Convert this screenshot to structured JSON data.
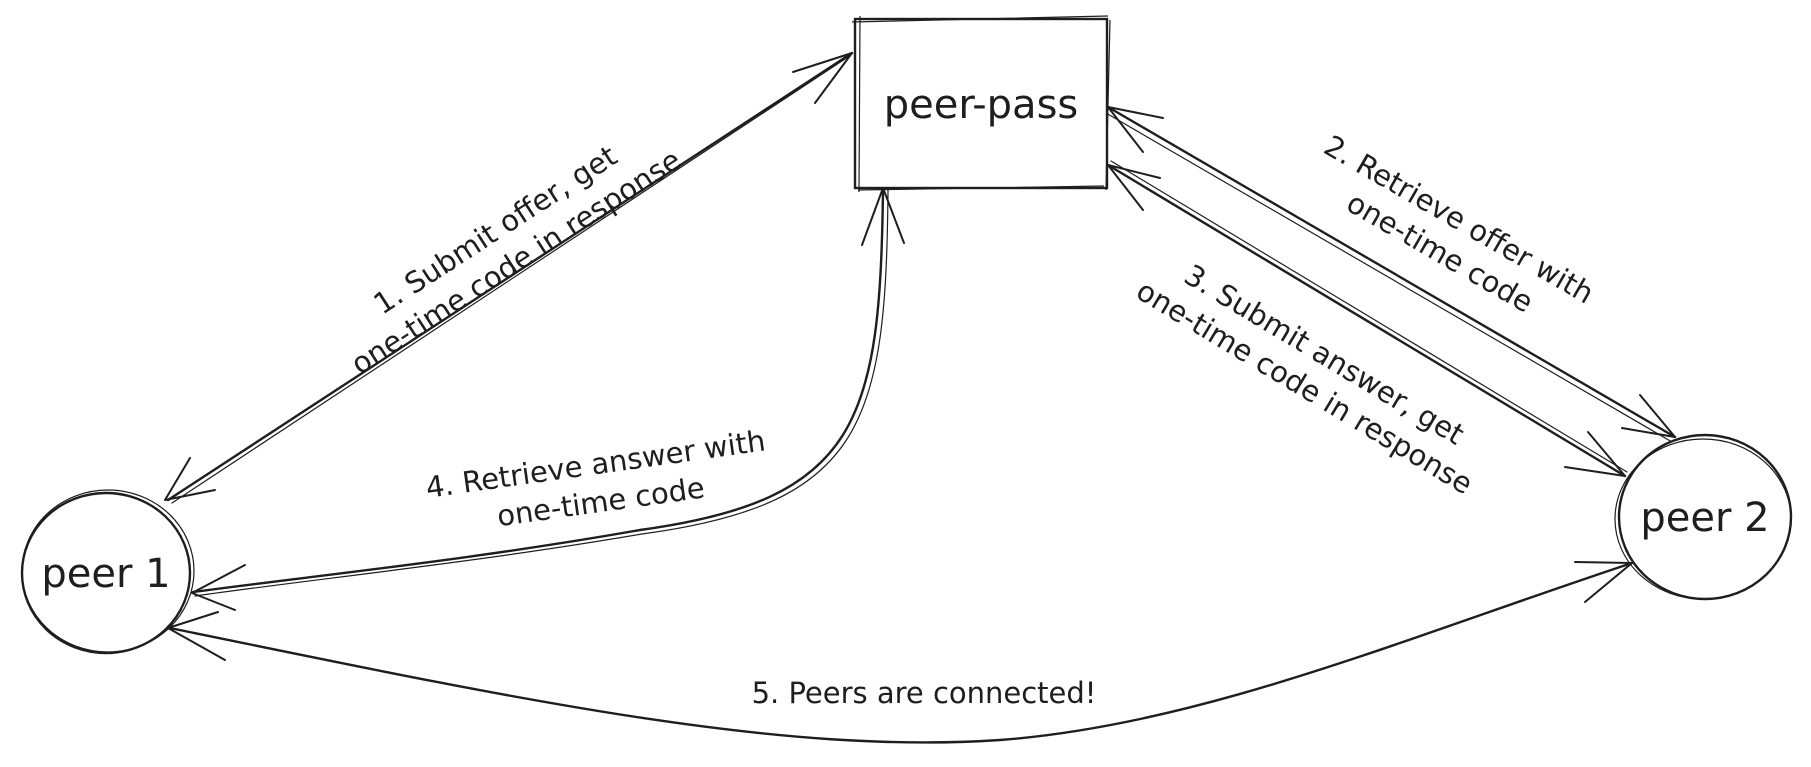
{
  "nodes": {
    "server": {
      "label": "peer-pass"
    },
    "peer1": {
      "label": "peer 1"
    },
    "peer2": {
      "label": "peer 2"
    }
  },
  "edges": {
    "step1": {
      "line1": "1. Submit offer, get",
      "line2": "one-time code in response"
    },
    "step2": {
      "line1": "2. Retrieve offer with",
      "line2": "one-time code"
    },
    "step3": {
      "line1": "3. Submit answer, get",
      "line2": "one-time code in response"
    },
    "step4": {
      "line1": "4. Retrieve answer with",
      "line2": "one-time code"
    },
    "step5": {
      "line1": "5. Peers are connected!"
    }
  },
  "colors": {
    "ink": "#1e1e1e",
    "background": "#ffffff"
  }
}
